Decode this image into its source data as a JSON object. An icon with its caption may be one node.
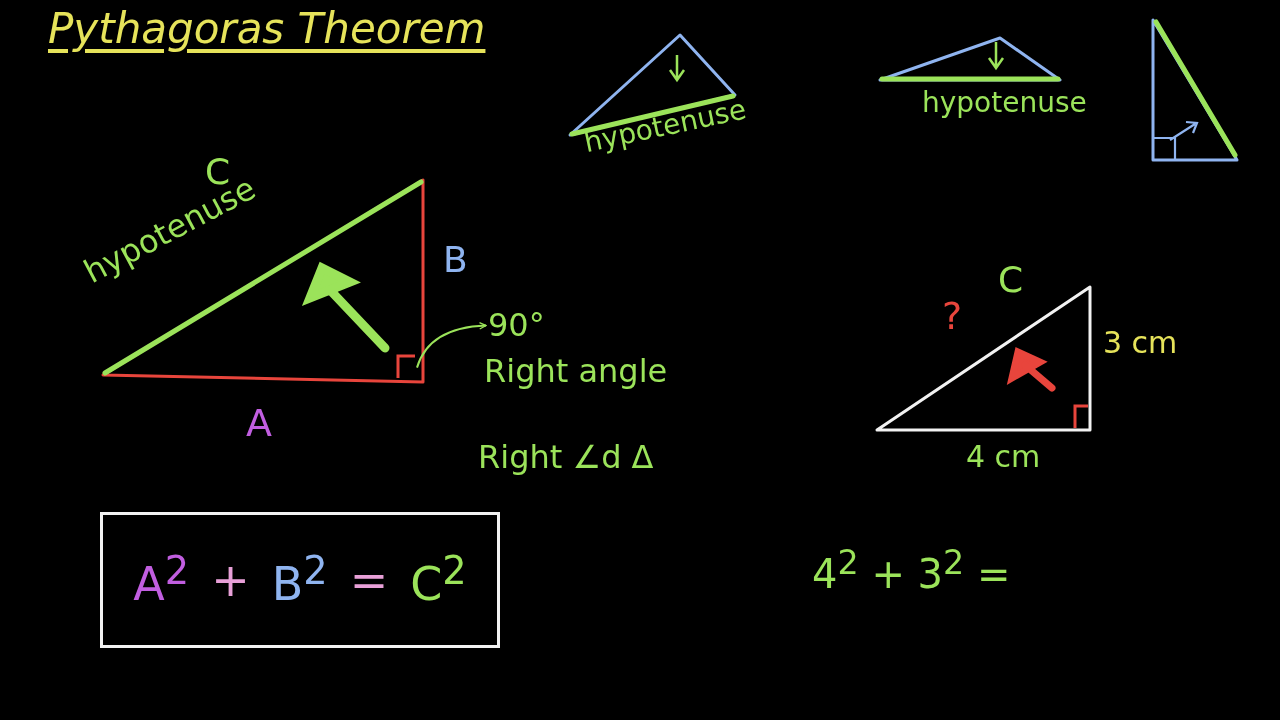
{
  "diagram": {
    "title": "Pythagoras Theorem",
    "nodes": [
      {
        "text": [],
        "shape": "box"
      },
      {
        "text": [
          "90°"
        ]
      },
      {
        "text": [
          "A$^{2}$",
          "+",
          "B$^{2}$",
          "=",
          "C$^{2}$"
        ]
      }
    ],
    "edges": [
      {
        "from": 0,
        "to": 1,
        "arrow": "to"
      }
    ],
    "labels": [
      "C",
      "hypotenuse",
      "B",
      "A",
      "Right angle",
      "Right ∠d Δ",
      "hypotenuse",
      "hypotenuse",
      "?",
      "C",
      "3 cm",
      "4 cm",
      "4$^{2}$ + 3$^{2}$ ="
    ]
  }
}
